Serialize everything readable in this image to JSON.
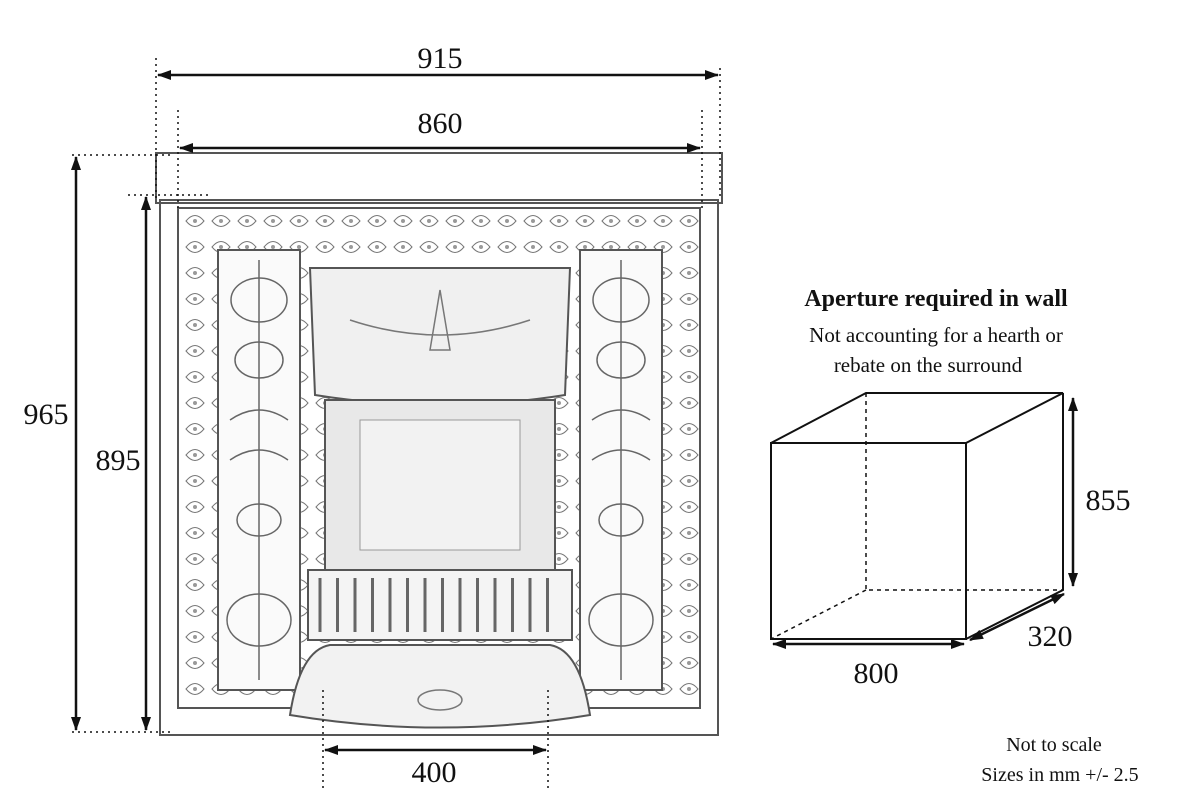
{
  "dimensions": {
    "overall_width": "915",
    "inner_width": "860",
    "overall_height": "965",
    "inner_height": "895",
    "opening_width": "400"
  },
  "aperture": {
    "title": "Aperture required in wall",
    "subtitle_line1": "Not accounting for a hearth or",
    "subtitle_line2": "rebate on the surround",
    "height": "855",
    "depth": "320",
    "width": "800"
  },
  "notes": {
    "line1": "Not to scale",
    "line2": "Sizes in mm +/- 2.5"
  },
  "colors": {
    "line": "#111111",
    "sketch": "#555555",
    "background": "#ffffff"
  }
}
